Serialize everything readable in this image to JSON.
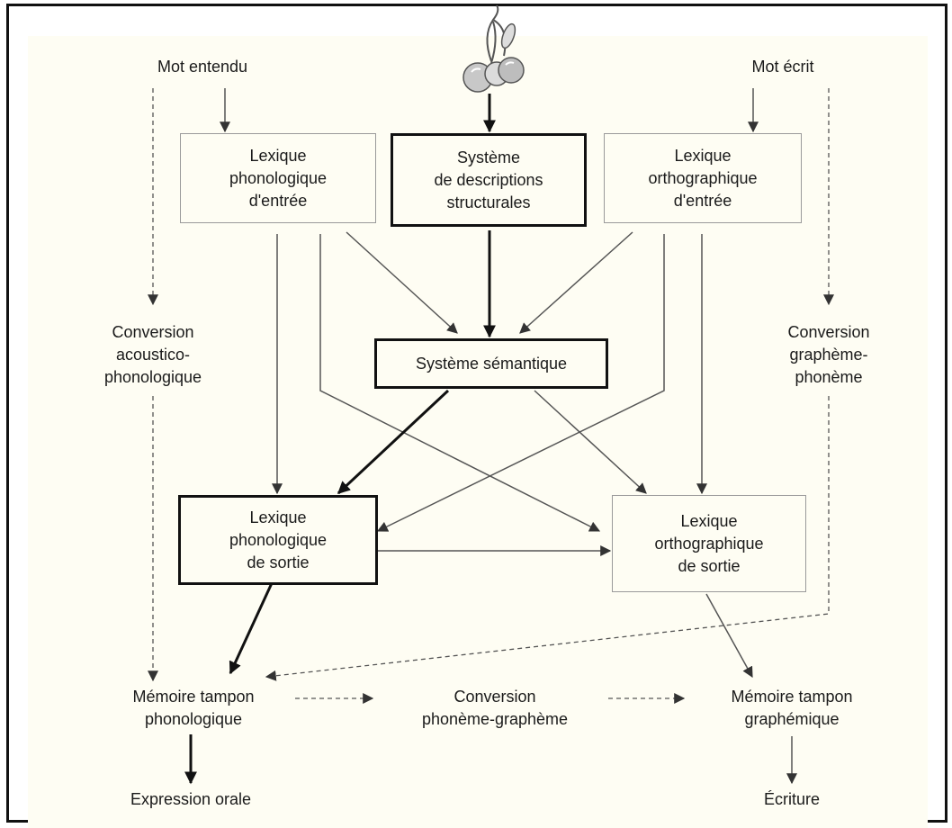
{
  "inputs": {
    "heard_word": "Mot entendu",
    "written_word": "Mot écrit",
    "picture_icon": "cherries-icon"
  },
  "boxes": {
    "phon_input": "Lexique\nphonologique\nd'entrée",
    "struct_desc": "Système\nde descriptions\nstructurales",
    "ortho_input": "Lexique\northographique\nd'entrée",
    "semantic": "Système sémantique",
    "phon_output": "Lexique\nphonologique\nde sortie",
    "ortho_output": "Lexique\northographique\nde sortie"
  },
  "routes": {
    "acoustic_conv": "Conversion\nacoustico-\nphonologique",
    "grapheme_conv": "Conversion\ngraphème-\nphonème"
  },
  "buffers": {
    "phon_buffer": "Mémoire tampon\nphonologique",
    "pg_conv": "Conversion\nphonème-graphème",
    "graph_buffer": "Mémoire tampon\ngraphémique"
  },
  "outputs": {
    "oral": "Expression orale",
    "writing": "Écriture"
  },
  "colors": {
    "background": "#fefdf3",
    "thin_line": "#555555",
    "thick_line": "#111111",
    "thin_box_border": "#9a9a9a",
    "dashed_line": "#555555"
  }
}
